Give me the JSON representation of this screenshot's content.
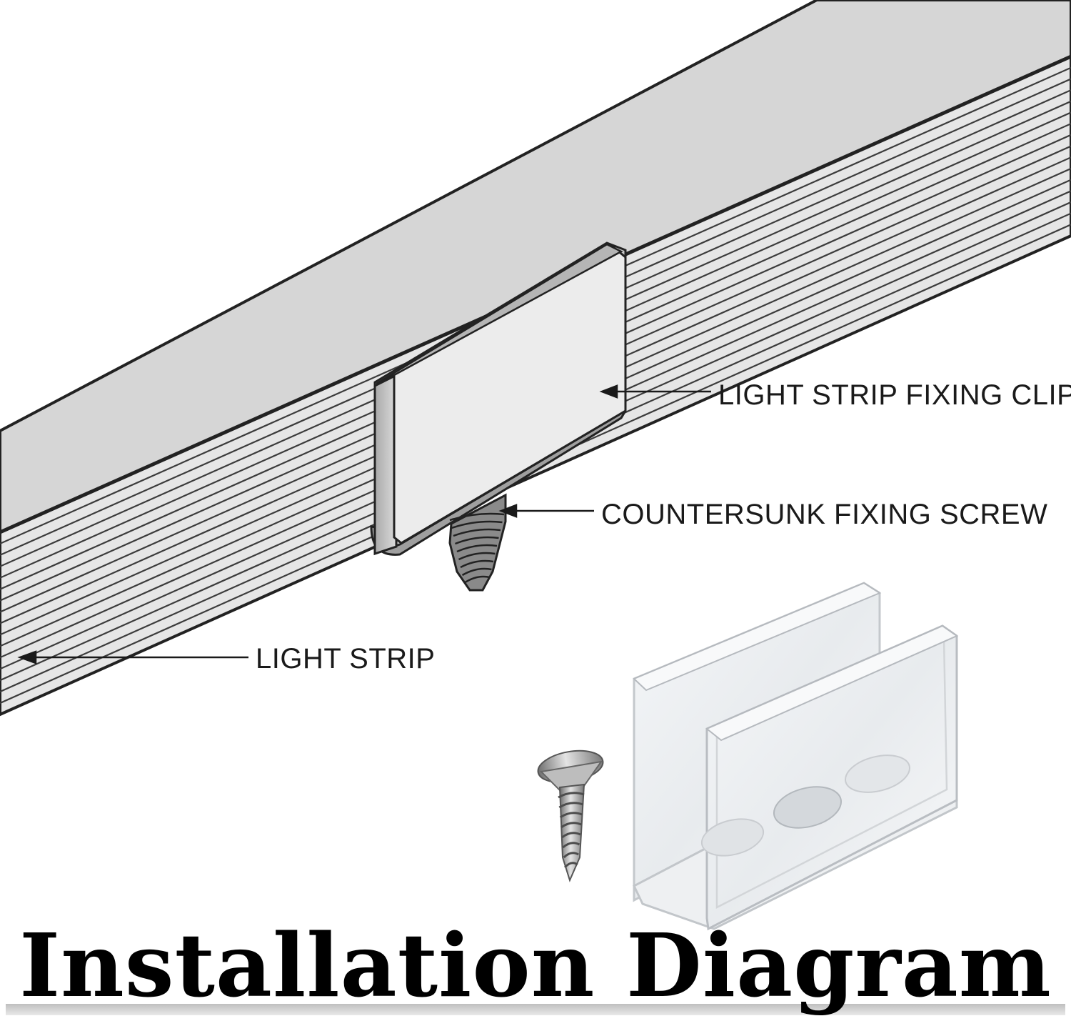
{
  "labels": {
    "clip": "LIGHT STRIP FIXING CLIP",
    "screw": "COUNTERSUNK FIXING SCREW",
    "strip": "LIGHT STRIP"
  },
  "title": "Installation Diagram",
  "colors": {
    "strip_top": "#d6d6d6",
    "strip_side": "#e3e3e3",
    "groove": "#4a4a4a",
    "clip_face": "#ececec",
    "clip_edge": "#bdbdbd",
    "outline": "#222222",
    "title": "#000000"
  },
  "icons": [
    "light-strip-drawing",
    "fixing-clip-drawing",
    "screw-drawing",
    "clear-clip-photo",
    "steel-screw-photo"
  ]
}
